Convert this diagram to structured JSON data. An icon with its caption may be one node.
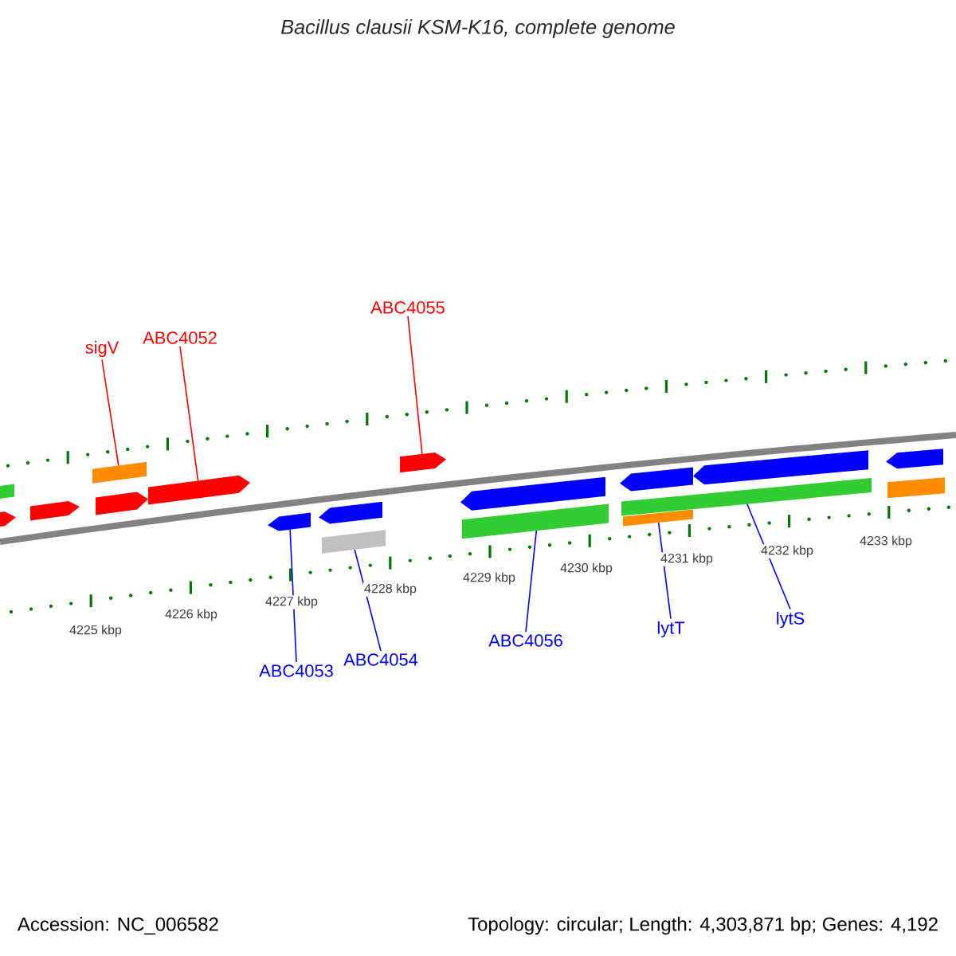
{
  "diagram": {
    "title": "Bacillus clausii KSM-K16, complete genome",
    "nodes": [
      {
        "text": [
          "sigV"
        ]
      },
      {
        "text": [
          "ABC4052"
        ]
      },
      {
        "text": [
          "ABC4055"
        ]
      },
      {
        "text": [
          "ABC4053"
        ]
      },
      {
        "text": [
          "ABC4054"
        ]
      },
      {
        "text": [
          "ABC4056"
        ]
      },
      {
        "text": [
          "lytT"
        ]
      },
      {
        "text": [
          "lytS"
        ]
      },
      {
        "text": [],
        "shape": "bar"
      },
      {
        "text": [],
        "shape": "pentagon"
      },
      {
        "text": [],
        "shape": "pentagon"
      },
      {
        "text": [],
        "shape": "bar"
      },
      {
        "text": [],
        "shape": "pentagon"
      },
      {
        "text": [],
        "shape": "pentagon"
      },
      {
        "text": [],
        "shape": "pentagon"
      },
      {
        "text": [],
        "shape": "pentagon"
      },
      {
        "text": [],
        "shape": "bar"
      },
      {
        "text": [],
        "shape": "pentagon"
      },
      {
        "text": [],
        "shape": "pentagon"
      },
      {
        "text": [],
        "shape": "bar"
      },
      {
        "text": [],
        "shape": "pentagon"
      },
      {
        "text": [],
        "shape": "bar"
      },
      {
        "text": [],
        "shape": "bar"
      },
      {
        "text": [],
        "shape": "pentagon"
      },
      {
        "text": [],
        "shape": "pentagon"
      },
      {
        "text": [],
        "shape": "bar"
      }
    ],
    "edges": [
      {
        "from": 0,
        "to": 11,
        "arrow": "none",
        "color": "#ff0000"
      },
      {
        "from": 1,
        "to": 13,
        "arrow": "none",
        "color": "#ff0000"
      },
      {
        "from": 2,
        "to": 17,
        "arrow": "none",
        "color": "#ff0000"
      },
      {
        "from": 3,
        "to": 14,
        "arrow": "none"
      },
      {
        "from": 4,
        "to": 16,
        "arrow": "none"
      },
      {
        "from": 5,
        "to": 19,
        "arrow": "none"
      },
      {
        "from": 6,
        "to": 22,
        "arrow": "none"
      },
      {
        "from": 7,
        "to": 21,
        "arrow": "none"
      }
    ],
    "labels": [
      "4225 kbp",
      "4226 kbp",
      "4227 kbp",
      "4228 kbp",
      "4229 kbp",
      "4230 kbp",
      "4231 kbp",
      "4232 kbp",
      "4233 kbp",
      "Accession: NC_006582",
      "Topology: circular; Length: 4,303,871 bp; Genes: 4,192"
    ]
  }
}
